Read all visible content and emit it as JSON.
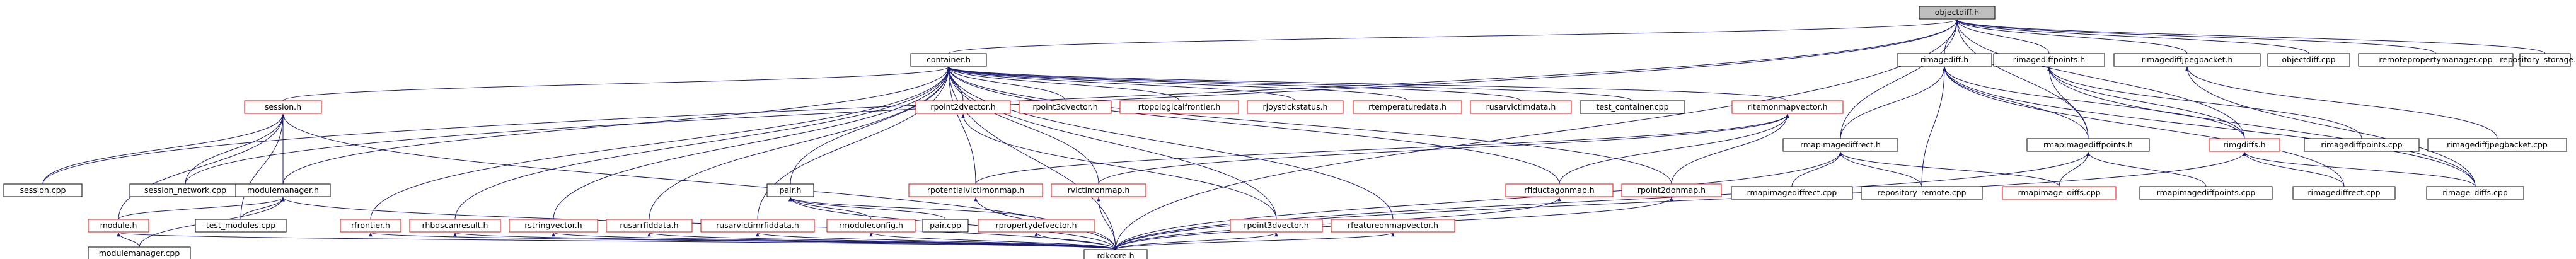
{
  "graph": {
    "root": "objectdiff.h",
    "colors": {
      "edge": "#191970",
      "box_border_included": "#ff0000",
      "box_border_plain": "#000000",
      "root_fill": "#bfbfbf",
      "text": "#000000"
    },
    "nodes": [
      {
        "id": "n_objectdiff_h",
        "label": "objectdiff.h",
        "style": "root"
      },
      {
        "id": "n_container_h",
        "label": "container.h",
        "style": "plain"
      },
      {
        "id": "n_rimagediff_h",
        "label": "rimagediff.h",
        "style": "plain"
      },
      {
        "id": "n_rimagediffpoints_h",
        "label": "rimagediffpoints.h",
        "style": "plain"
      },
      {
        "id": "n_rimagediffjpegbacket_h",
        "label": "rimagediffjpegbacket.h",
        "style": "plain"
      },
      {
        "id": "n_objectdiff_cpp",
        "label": "objectdiff.cpp",
        "style": "plain"
      },
      {
        "id": "n_remotepropertymanager_cpp",
        "label": "remotepropertymanager.cpp",
        "style": "plain"
      },
      {
        "id": "n_repository_storage_cpp",
        "label": "repository_storage.cpp",
        "style": "plain"
      },
      {
        "id": "n_session_h",
        "label": "session.h",
        "style": "red"
      },
      {
        "id": "n_rpoint2dvector_h",
        "label": "rpoint2dvector.h",
        "style": "red"
      },
      {
        "id": "n_rpoint3dvector_h",
        "label": "rpoint3dvector.h",
        "style": "red"
      },
      {
        "id": "n_rtopologicalfrontier_h",
        "label": "rtopologicalfrontier.h",
        "style": "red"
      },
      {
        "id": "n_rjoystickstatus_h",
        "label": "rjoystickstatus.h",
        "style": "red"
      },
      {
        "id": "n_rtemperaturedata_h",
        "label": "rtemperaturedata.h",
        "style": "red"
      },
      {
        "id": "n_rusarvictimdata_h",
        "label": "rusarvictimdata.h",
        "style": "red"
      },
      {
        "id": "n_test_container_cpp",
        "label": "test_container.cpp",
        "style": "plain"
      },
      {
        "id": "n_ritemonmapvector_h",
        "label": "ritemonmapvector.h",
        "style": "red"
      },
      {
        "id": "n_rmapimagediffrect_h",
        "label": "rmapimagediffrect.h",
        "style": "plain"
      },
      {
        "id": "n_rmapimagediffpoints_h",
        "label": "rmapimagediffpoints.h",
        "style": "plain"
      },
      {
        "id": "n_rimgdiffs_h",
        "label": "rimgdiffs.h",
        "style": "red"
      },
      {
        "id": "n_rimagediffpoints_cpp",
        "label": "rimagediffpoints.cpp",
        "style": "plain"
      },
      {
        "id": "n_rimagediffjpegbacket_cpp",
        "label": "rimagediffjpegbacket.cpp",
        "style": "plain"
      },
      {
        "id": "n_rimage_diffs_cpp",
        "label": "rimage_diffs.cpp",
        "style": "plain"
      },
      {
        "id": "n_session_cpp",
        "label": "session.cpp",
        "style": "plain"
      },
      {
        "id": "n_session_network_cpp",
        "label": "session_network.cpp",
        "style": "plain"
      },
      {
        "id": "n_modulemanager_h",
        "label": "modulemanager.h",
        "style": "plain"
      },
      {
        "id": "n_pair_h",
        "label": "pair.h",
        "style": "plain"
      },
      {
        "id": "n_rpotentialvictimonmap_h",
        "label": "rpotentialvictimonmap.h",
        "style": "red"
      },
      {
        "id": "n_rvictimonmap_h",
        "label": "rvictimonmap.h",
        "style": "red"
      },
      {
        "id": "n_rfiductagonmap_h",
        "label": "rfiductagonmap.h",
        "style": "red"
      },
      {
        "id": "n_rpoint2donmap_h",
        "label": "rpoint2donmap.h",
        "style": "red"
      },
      {
        "id": "n_rmapimagediffrect_cpp",
        "label": "rmapimagediffrect.cpp",
        "style": "plain"
      },
      {
        "id": "n_repository_remote_cpp",
        "label": "repository_remote.cpp",
        "style": "plain"
      },
      {
        "id": "n_rmapimage_diffs_cpp",
        "label": "rmapimage_diffs.cpp",
        "style": "red"
      },
      {
        "id": "n_rmapimagediffpoints_cpp",
        "label": "rmapimagediffpoints.cpp",
        "style": "plain"
      },
      {
        "id": "n_rimagediffrect_cpp",
        "label": "rimagediffrect.cpp",
        "style": "plain"
      },
      {
        "id": "n_module_h",
        "label": "module.h",
        "style": "red"
      },
      {
        "id": "n_test_modules_cpp",
        "label": "test_modules.cpp",
        "style": "plain"
      },
      {
        "id": "n_rfrontier_h",
        "label": "rfrontier.h",
        "style": "red"
      },
      {
        "id": "n_rhbdscanresult_h",
        "label": "rhbdscanresult.h",
        "style": "red"
      },
      {
        "id": "n_rstringvector_h",
        "label": "rstringvector.h",
        "style": "red"
      },
      {
        "id": "n_rusarrfiddata_h",
        "label": "rusarrfiddata.h",
        "style": "red"
      },
      {
        "id": "n_rusarvictimrfiddata_h",
        "label": "rusarvictimrfiddata.h",
        "style": "red"
      },
      {
        "id": "n_rmoduleconfig_h",
        "label": "rmoduleconfig.h",
        "style": "red"
      },
      {
        "id": "n_pair_cpp",
        "label": "pair.cpp",
        "style": "plain"
      },
      {
        "id": "n_rpropertydefvector_h",
        "label": "rpropertydefvector.h",
        "style": "red"
      },
      {
        "id": "n_rpoint3dvector_h2",
        "label": "rpoint3dvector.h",
        "style": "red"
      },
      {
        "id": "n_rfeatureonmapvector_h",
        "label": "rfeatureonmapvector.h",
        "style": "red"
      },
      {
        "id": "n_modulemanager_cpp",
        "label": "modulemanager.cpp",
        "style": "plain"
      },
      {
        "id": "n_rdkcore_h",
        "label": "rdkcore.h",
        "style": "plain"
      }
    ],
    "edges": [
      [
        "n_container_h",
        "n_objectdiff_h"
      ],
      [
        "n_rimagediff_h",
        "n_objectdiff_h"
      ],
      [
        "n_rimagediffpoints_h",
        "n_objectdiff_h"
      ],
      [
        "n_rimagediffjpegbacket_h",
        "n_objectdiff_h"
      ],
      [
        "n_objectdiff_cpp",
        "n_objectdiff_h"
      ],
      [
        "n_remotepropertymanager_cpp",
        "n_objectdiff_h"
      ],
      [
        "n_repository_storage_cpp",
        "n_objectdiff_h"
      ],
      [
        "n_session_cpp",
        "n_objectdiff_h"
      ],
      [
        "n_session_network_cpp",
        "n_objectdiff_h"
      ],
      [
        "n_rmapimagediffrect_h",
        "n_objectdiff_h"
      ],
      [
        "n_rmapimagediffpoints_h",
        "n_objectdiff_h"
      ],
      [
        "n_rimgdiffs_h",
        "n_objectdiff_h"
      ],
      [
        "n_rdkcore_h",
        "n_objectdiff_h"
      ],
      [
        "n_session_h",
        "n_container_h"
      ],
      [
        "n_rpoint2dvector_h",
        "n_container_h"
      ],
      [
        "n_rpoint3dvector_h",
        "n_container_h"
      ],
      [
        "n_rtopologicalfrontier_h",
        "n_container_h"
      ],
      [
        "n_rjoystickstatus_h",
        "n_container_h"
      ],
      [
        "n_rtemperaturedata_h",
        "n_container_h"
      ],
      [
        "n_rusarvictimdata_h",
        "n_container_h"
      ],
      [
        "n_test_container_cpp",
        "n_container_h"
      ],
      [
        "n_ritemonmapvector_h",
        "n_container_h"
      ],
      [
        "n_modulemanager_h",
        "n_container_h"
      ],
      [
        "n_pair_h",
        "n_container_h"
      ],
      [
        "n_rpotentialvictimonmap_h",
        "n_container_h"
      ],
      [
        "n_rvictimonmap_h",
        "n_container_h"
      ],
      [
        "n_rfiductagonmap_h",
        "n_container_h"
      ],
      [
        "n_rpoint2donmap_h",
        "n_container_h"
      ],
      [
        "n_rfrontier_h",
        "n_container_h"
      ],
      [
        "n_rhbdscanresult_h",
        "n_container_h"
      ],
      [
        "n_rstringvector_h",
        "n_container_h"
      ],
      [
        "n_rusarrfiddata_h",
        "n_container_h"
      ],
      [
        "n_rusarvictimrfiddata_h",
        "n_container_h"
      ],
      [
        "n_rpoint3dvector_h2",
        "n_container_h"
      ],
      [
        "n_rfeatureonmapvector_h",
        "n_container_h"
      ],
      [
        "n_rdkcore_h",
        "n_container_h"
      ],
      [
        "n_session_cpp",
        "n_session_h"
      ],
      [
        "n_session_network_cpp",
        "n_session_h"
      ],
      [
        "n_module_h",
        "n_session_h"
      ],
      [
        "n_modulemanager_h",
        "n_session_h"
      ],
      [
        "n_test_modules_cpp",
        "n_session_h"
      ],
      [
        "n_rdkcore_h",
        "n_session_h"
      ],
      [
        "n_module_h",
        "n_modulemanager_h"
      ],
      [
        "n_test_modules_cpp",
        "n_modulemanager_h"
      ],
      [
        "n_modulemanager_cpp",
        "n_modulemanager_h"
      ],
      [
        "n_rdkcore_h",
        "n_modulemanager_h"
      ],
      [
        "n_modulemanager_cpp",
        "n_module_h"
      ],
      [
        "n_rdkcore_h",
        "n_module_h"
      ],
      [
        "n_rpoint3dvector_h2",
        "n_rpoint2dvector_h"
      ],
      [
        "n_rpotentialvictimonmap_h",
        "n_ritemonmapvector_h"
      ],
      [
        "n_rvictimonmap_h",
        "n_ritemonmapvector_h"
      ],
      [
        "n_rfiductagonmap_h",
        "n_ritemonmapvector_h"
      ],
      [
        "n_rpoint2donmap_h",
        "n_ritemonmapvector_h"
      ],
      [
        "n_rdkcore_h",
        "n_rpotentialvictimonmap_h"
      ],
      [
        "n_rdkcore_h",
        "n_rvictimonmap_h"
      ],
      [
        "n_rdkcore_h",
        "n_rfiductagonmap_h"
      ],
      [
        "n_rdkcore_h",
        "n_rpoint2donmap_h"
      ],
      [
        "n_rmoduleconfig_h",
        "n_pair_h"
      ],
      [
        "n_pair_cpp",
        "n_pair_h"
      ],
      [
        "n_rpropertydefvector_h",
        "n_pair_h"
      ],
      [
        "n_rdkcore_h",
        "n_pair_h"
      ],
      [
        "n_rdkcore_h",
        "n_rmoduleconfig_h"
      ],
      [
        "n_rdkcore_h",
        "n_rpropertydefvector_h"
      ],
      [
        "n_rdkcore_h",
        "n_rpoint3dvector_h2"
      ],
      [
        "n_rdkcore_h",
        "n_rfeatureonmapvector_h"
      ],
      [
        "n_rdkcore_h",
        "n_rfrontier_h"
      ],
      [
        "n_rdkcore_h",
        "n_rhbdscanresult_h"
      ],
      [
        "n_rdkcore_h",
        "n_rstringvector_h"
      ],
      [
        "n_rdkcore_h",
        "n_rusarrfiddata_h"
      ],
      [
        "n_rdkcore_h",
        "n_rusarvictimrfiddata_h"
      ],
      [
        "n_rmapimagediffrect_h",
        "n_rimagediff_h"
      ],
      [
        "n_rmapimagediffpoints_h",
        "n_rimagediff_h"
      ],
      [
        "n_rimgdiffs_h",
        "n_rimagediff_h"
      ],
      [
        "n_rimagediffrect_cpp",
        "n_rimagediff_h"
      ],
      [
        "n_rimage_diffs_cpp",
        "n_rimagediff_h"
      ],
      [
        "n_repository_remote_cpp",
        "n_rimagediff_h"
      ],
      [
        "n_rmapimagediffpoints_h",
        "n_rimagediffpoints_h"
      ],
      [
        "n_rimagediffpoints_cpp",
        "n_rimagediffpoints_h"
      ],
      [
        "n_rimage_diffs_cpp",
        "n_rimagediffpoints_h"
      ],
      [
        "n_rimgdiffs_h",
        "n_rimagediffpoints_h"
      ],
      [
        "n_rimagediffjpegbacket_cpp",
        "n_rimagediffjpegbacket_h"
      ],
      [
        "n_rimage_diffs_cpp",
        "n_rimagediffjpegbacket_h"
      ],
      [
        "n_rmapimagediffrect_cpp",
        "n_rmapimagediffrect_h"
      ],
      [
        "n_repository_remote_cpp",
        "n_rmapimagediffrect_h"
      ],
      [
        "n_rmapimage_diffs_cpp",
        "n_rmapimagediffrect_h"
      ],
      [
        "n_rdkcore_h",
        "n_rmapimagediffrect_h"
      ],
      [
        "n_rmapimage_diffs_cpp",
        "n_rmapimagediffpoints_h"
      ],
      [
        "n_rmapimagediffpoints_cpp",
        "n_rmapimagediffpoints_h"
      ],
      [
        "n_rdkcore_h",
        "n_rmapimagediffpoints_h"
      ],
      [
        "n_rimage_diffs_cpp",
        "n_rimgdiffs_h"
      ],
      [
        "n_rimagediffrect_cpp",
        "n_rimgdiffs_h"
      ],
      [
        "n_rdkcore_h",
        "n_rimgdiffs_h"
      ]
    ]
  }
}
